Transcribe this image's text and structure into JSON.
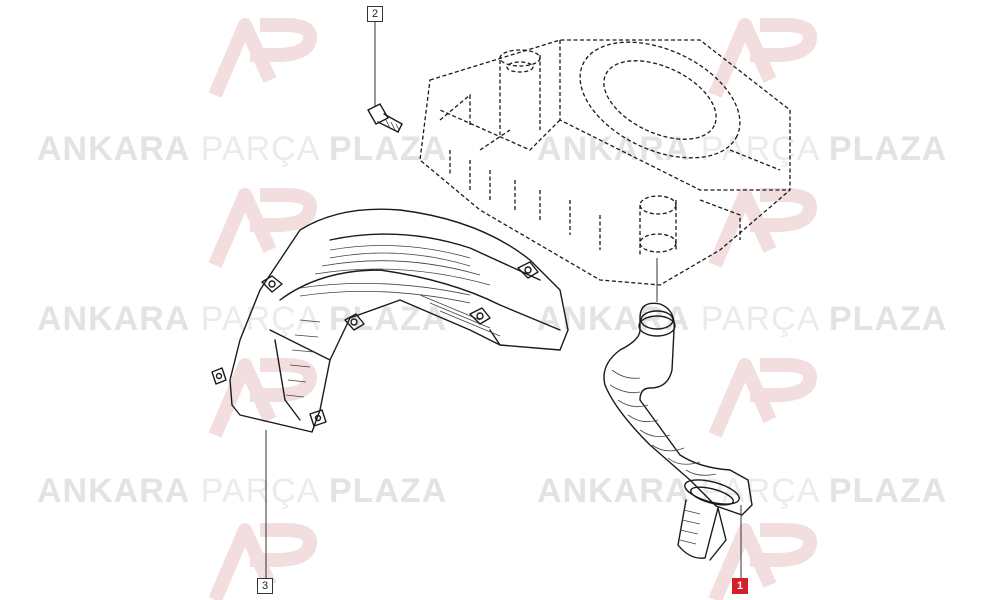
{
  "watermark": {
    "word1": "ANKARA",
    "word2": "PARÇA",
    "word3": "PLAZA",
    "logo": "ap-logo",
    "logo_color": "#f2dede",
    "text_color": "#e3e3e3"
  },
  "callouts": [
    {
      "label": "2",
      "active": false
    },
    {
      "label": "3",
      "active": false
    },
    {
      "label": "1",
      "active": true,
      "color": "#d4202a"
    }
  ]
}
